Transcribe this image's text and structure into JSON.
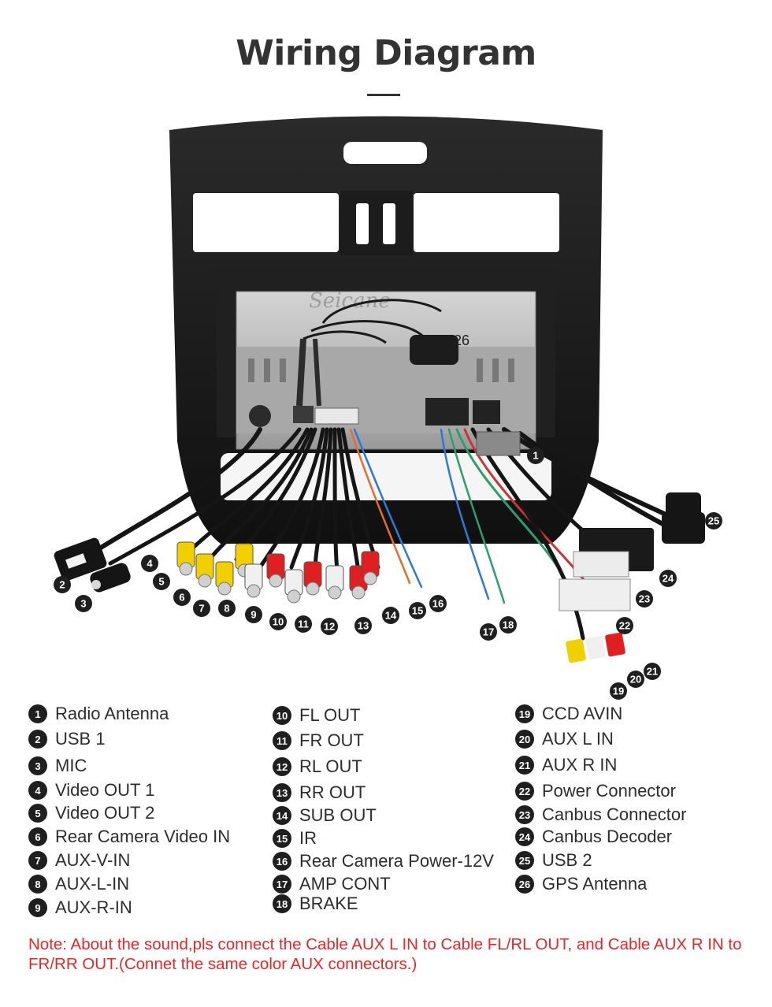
{
  "title": "Wiring Diagram",
  "watermark": "Seicane",
  "legend": [
    {
      "n": "1",
      "label": "Radio Antenna"
    },
    {
      "n": "2",
      "label": "USB 1"
    },
    {
      "n": "3",
      "label": "MIC"
    },
    {
      "n": "4",
      "label": "Video OUT 1"
    },
    {
      "n": "5",
      "label": "Video OUT 2"
    },
    {
      "n": "6",
      "label": "Rear Camera Video IN"
    },
    {
      "n": "7",
      "label": "AUX-V-IN"
    },
    {
      "n": "8",
      "label": "AUX-L-IN"
    },
    {
      "n": "9",
      "label": "AUX-R-IN"
    },
    {
      "n": "10",
      "label": "FL OUT"
    },
    {
      "n": "11",
      "label": "FR OUT"
    },
    {
      "n": "12",
      "label": "RL OUT"
    },
    {
      "n": "13",
      "label": "RR OUT"
    },
    {
      "n": "14",
      "label": "SUB OUT"
    },
    {
      "n": "15",
      "label": "IR"
    },
    {
      "n": "16",
      "label": "Rear Camera Power-12V"
    },
    {
      "n": "17",
      "label": "AMP CONT"
    },
    {
      "n": "18",
      "label": "BRAKE"
    },
    {
      "n": "19",
      "label": "CCD AVIN"
    },
    {
      "n": "20",
      "label": "AUX L IN"
    },
    {
      "n": "21",
      "label": "AUX R IN"
    },
    {
      "n": "22",
      "label": "Power Connector"
    },
    {
      "n": "23",
      "label": "Canbus Connector"
    },
    {
      "n": "24",
      "label": "Canbus Decoder"
    },
    {
      "n": "25",
      "label": "USB 2"
    },
    {
      "n": "26",
      "label": "GPS Antenna"
    }
  ],
  "note": "Note: About the sound,pls connect the Cable AUX L IN to Cable FL/RL OUT, and Cable AUX R IN to  FR/RR OUT.(Connet the same color AUX connectors.)",
  "colors": {
    "title": "#333333",
    "note": "#e8262a",
    "bezel": "#1a1a1a",
    "chassis": "#b8b8b8",
    "rca_yellow": "#f2d000",
    "rca_red": "#e02020",
    "rca_white": "#f0f0f0"
  }
}
